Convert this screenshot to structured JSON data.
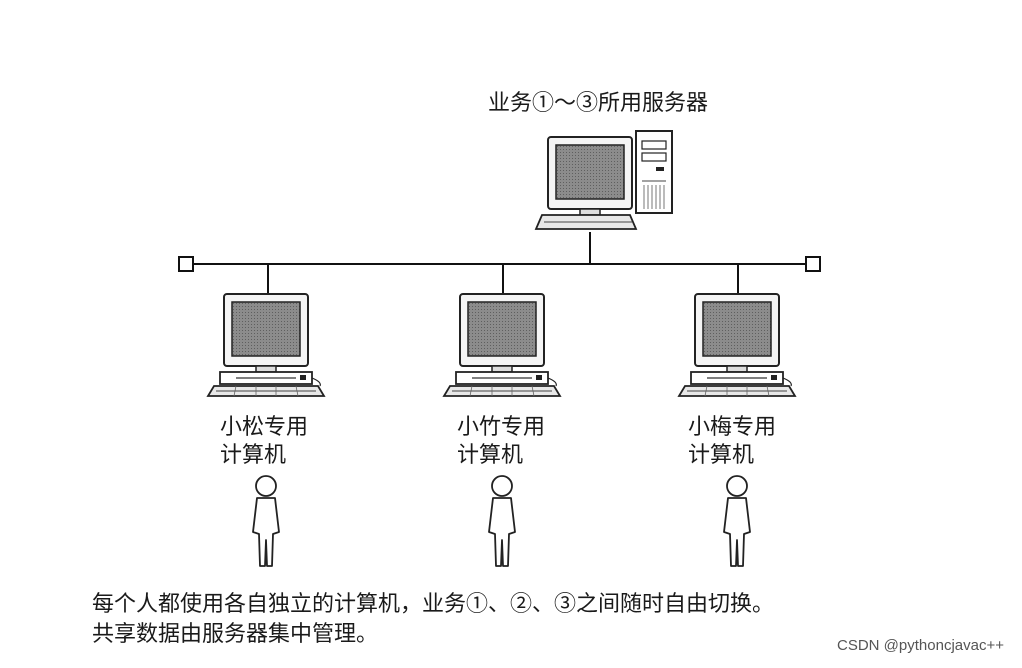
{
  "server": {
    "label": "业务①～③所用服务器"
  },
  "workstations": [
    {
      "line1": "小松专用",
      "line2": "计算机"
    },
    {
      "line1": "小竹专用",
      "line2": "计算机"
    },
    {
      "line1": "小梅专用",
      "line2": "计算机"
    }
  ],
  "caption": {
    "line1": "每个人都使用各自独立的计算机，业务①、②、③之间随时自由切换。",
    "line2": "共享数据由服务器集中管理。"
  },
  "watermark": "CSDN @pythoncjavac++"
}
